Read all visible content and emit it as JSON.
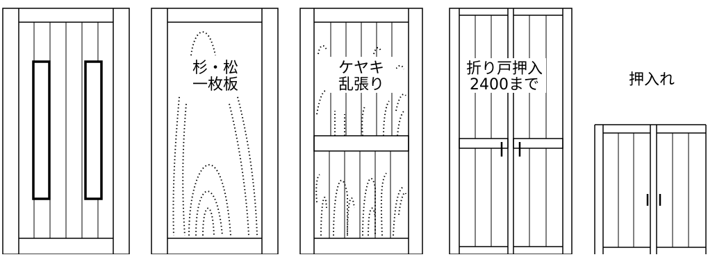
{
  "panels": [
    {
      "id": "door-plain-handles",
      "label_lines": []
    },
    {
      "id": "door-cedar-pine",
      "label_lines": [
        "杉・松",
        "一枚板"
      ]
    },
    {
      "id": "door-keyaki",
      "label_lines": [
        "ケヤキ",
        "乱張り"
      ]
    },
    {
      "id": "door-folding",
      "label_lines": [
        "折り戸押入",
        "2400まで"
      ]
    },
    {
      "id": "door-oshiire",
      "label_lines": [
        "押入れ"
      ]
    }
  ],
  "colors": {
    "line": "#000000",
    "background": "#ffffff"
  }
}
